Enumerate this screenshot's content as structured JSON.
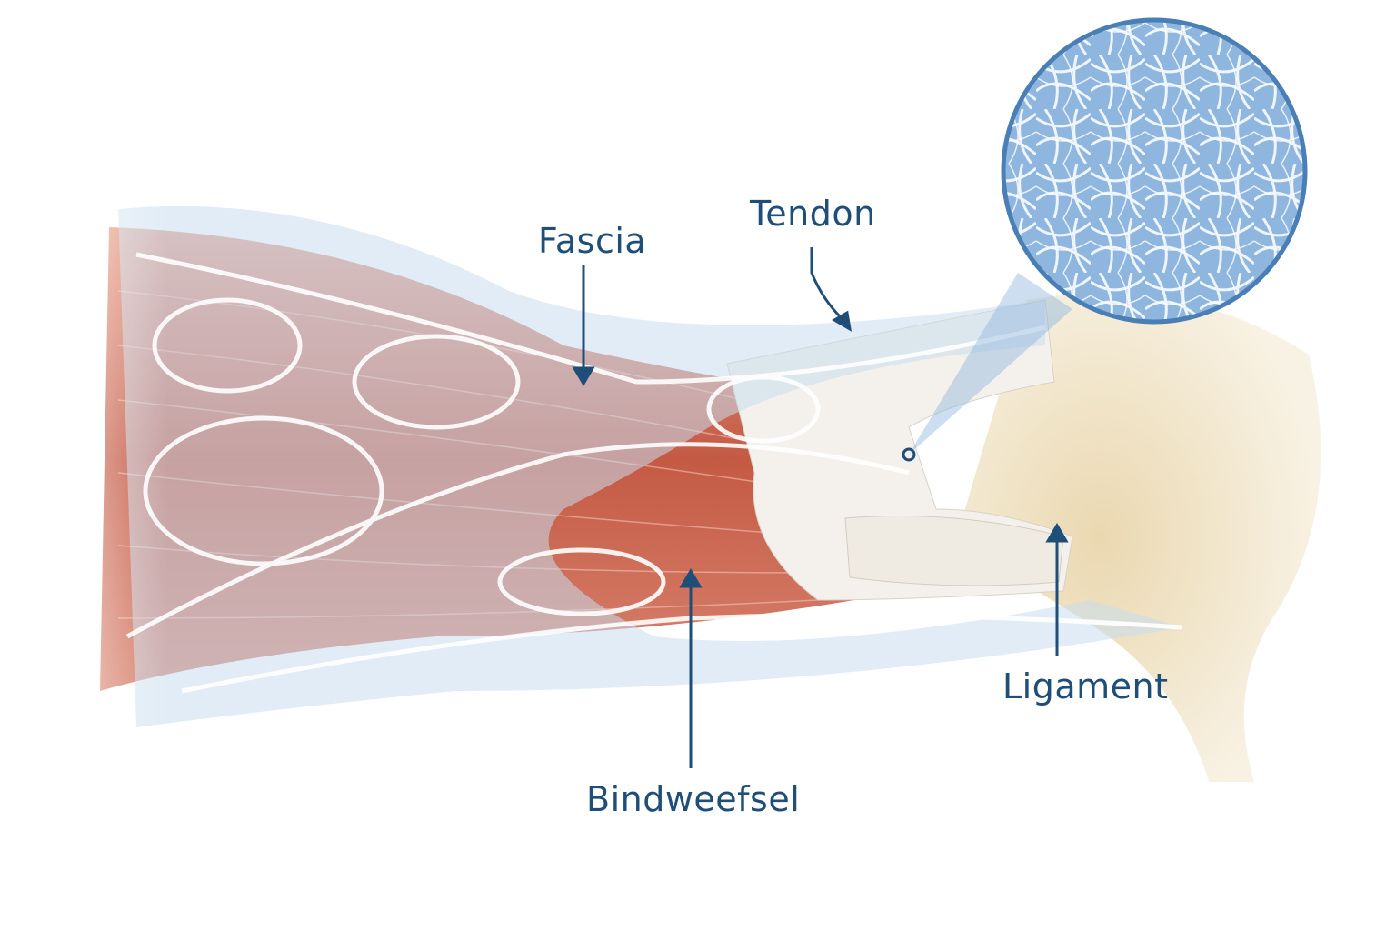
{
  "labels": {
    "fascia": "Fascia",
    "tendon": "Tendon",
    "ligament": "Ligament",
    "connective_tissue": "Bindweefsel"
  },
  "colors": {
    "label": "#1f4e79",
    "muscle": "#c9604a",
    "fascia": "#b9d2ea",
    "bone": "#efe3c6",
    "zoom_ring": "#4a7fb5"
  }
}
